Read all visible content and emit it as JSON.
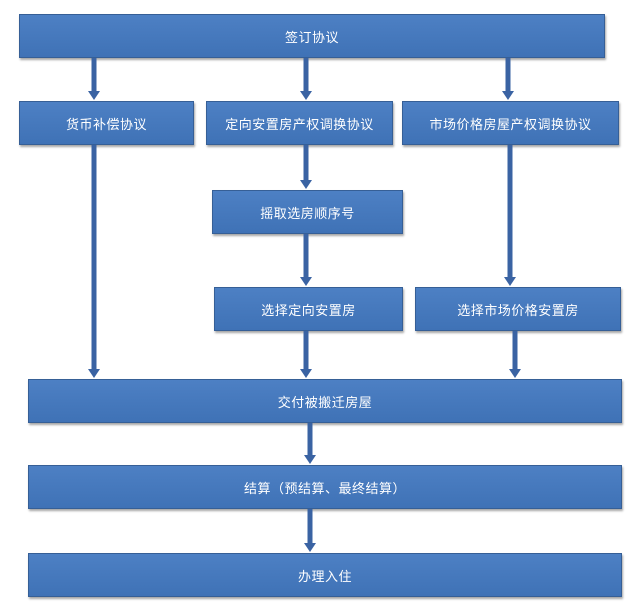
{
  "nodes": {
    "sign_agreement": "签订协议",
    "monetary_compensation": "货币补偿协议",
    "directed_resettlement": "定向安置房产权调换协议",
    "market_price_exchange": "市场价格房屋产权调换协议",
    "draw_order_number": "摇取选房顺序号",
    "choose_directed_housing": "选择定向安置房",
    "choose_market_housing": "选择市场价格安置房",
    "deliver_house": "交付被搬迁房屋",
    "settlement": "结算（预结算、最终结算）",
    "move_in": "办理入住"
  },
  "colors": {
    "box_fill": "#4478bd",
    "box_border": "#365f96",
    "arrow": "#3a63a3",
    "text": "#ffffff"
  }
}
